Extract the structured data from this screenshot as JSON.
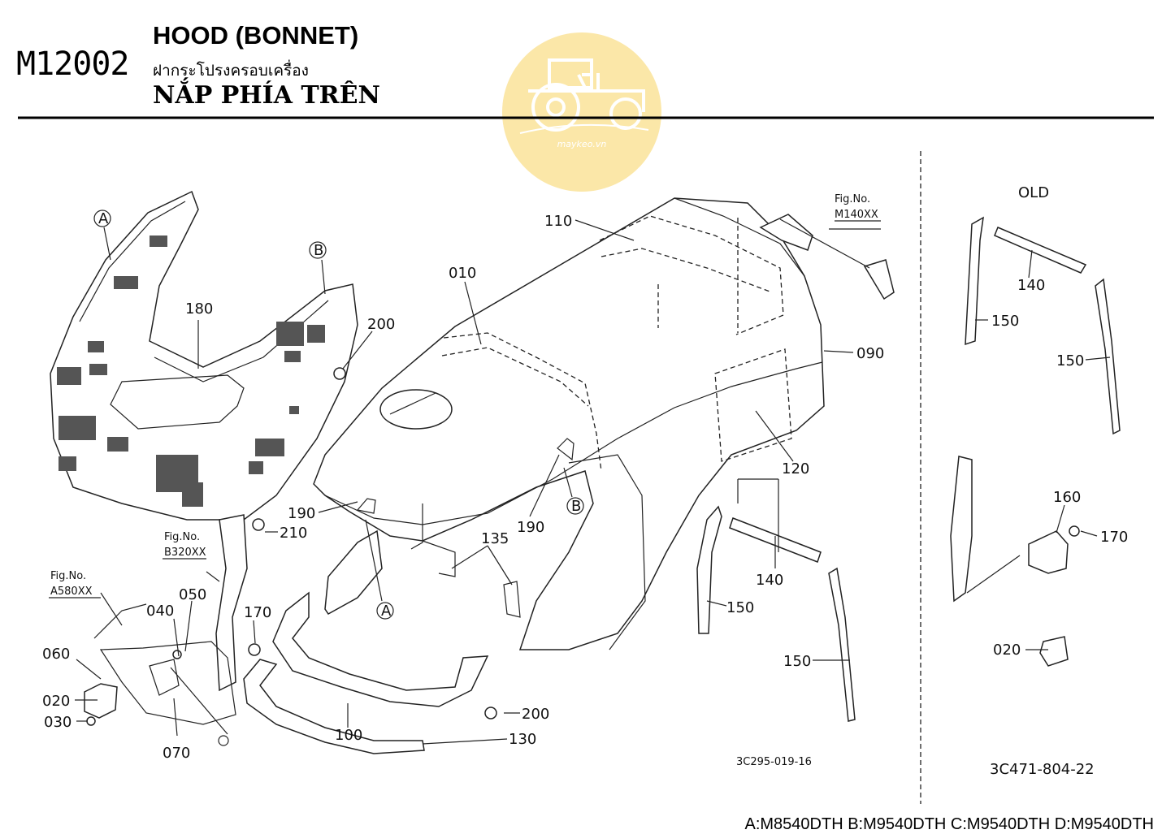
{
  "header": {
    "code": "M12002",
    "title_en": "HOOD (BONNET)",
    "title_th": "ฝากระโปรงครอบเครื่อง",
    "title_vi": "NẮP PHÍA TRÊN"
  },
  "watermark": {
    "text": "maykeo.vn",
    "circle_color": "#fbe7a8",
    "icon": "tractor-icon"
  },
  "labels": {
    "p010": "010",
    "p090": "090",
    "p110": "110",
    "p120": "120",
    "p135": "135",
    "p140a": "140",
    "p140b": "140",
    "p150a": "150",
    "p150b": "150",
    "p150c": "150",
    "p150d": "150",
    "p160": "160",
    "p170a": "170",
    "p170b": "170",
    "p180": "180",
    "p190a": "190",
    "p190b": "190",
    "p200a": "200",
    "p200b": "200",
    "p210": "210",
    "p100": "100",
    "p130": "130",
    "p040": "040",
    "p050": "050",
    "p060": "060",
    "p020a": "020",
    "p020b": "020",
    "p030": "030",
    "p070": "070",
    "markA1": "A",
    "markA2": "A",
    "markB1": "B",
    "markB2": "B",
    "old": "OLD",
    "fig_label_1": "Fig.No.",
    "fig_ref_1": "M140XX",
    "fig_label_2": "Fig.No.",
    "fig_ref_2": "B320XX",
    "fig_label_3": "Fig.No.",
    "fig_ref_3": "A580XX",
    "drawing_no_main": "3C295-019-16",
    "drawing_no_old": "3C471-804-22"
  },
  "footer": {
    "models": "A:M8540DTH B:M9540DTH C:M9540DTH D:M9540DTH"
  }
}
